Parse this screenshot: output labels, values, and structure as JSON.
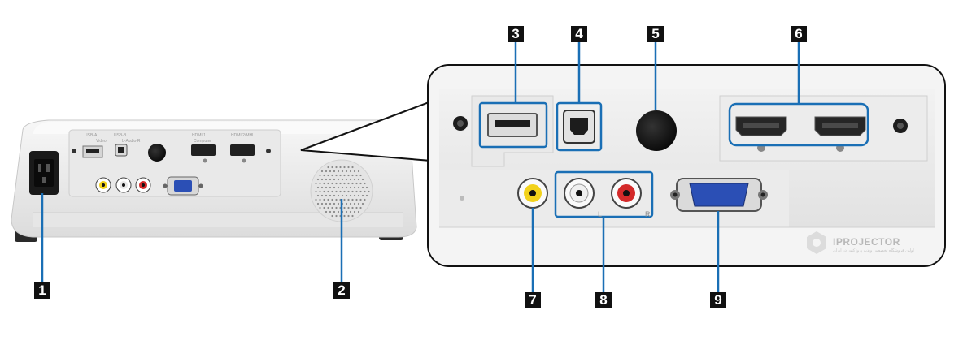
{
  "callouts": [
    {
      "id": "1",
      "label": "1"
    },
    {
      "id": "2",
      "label": "2"
    },
    {
      "id": "3",
      "label": "3"
    },
    {
      "id": "4",
      "label": "4"
    },
    {
      "id": "5",
      "label": "5"
    },
    {
      "id": "6",
      "label": "6"
    },
    {
      "id": "7",
      "label": "7"
    },
    {
      "id": "8",
      "label": "8"
    },
    {
      "id": "9",
      "label": "9"
    }
  ],
  "panel_labels": {
    "usb_a": "USB-A",
    "usb_b": "USB-B",
    "hdmi1": "HDMI 1",
    "hdmi2": "HDMI 2/MHL",
    "video": "Video",
    "audio": "L-Audio-R",
    "computer": "Computer",
    "audio_l": "L",
    "audio_r": "R"
  },
  "watermark": {
    "name": "IPROJECTOR",
    "tagline": "اولین فروشگاه تخصصی ویدیو پروژکتور در ایران"
  },
  "colors": {
    "highlight": "#1a6fb5",
    "badge": "#111111",
    "rca_yellow": "#f2d21b",
    "rca_red": "#d42a2a",
    "vga_blue": "#2b4fb5"
  }
}
